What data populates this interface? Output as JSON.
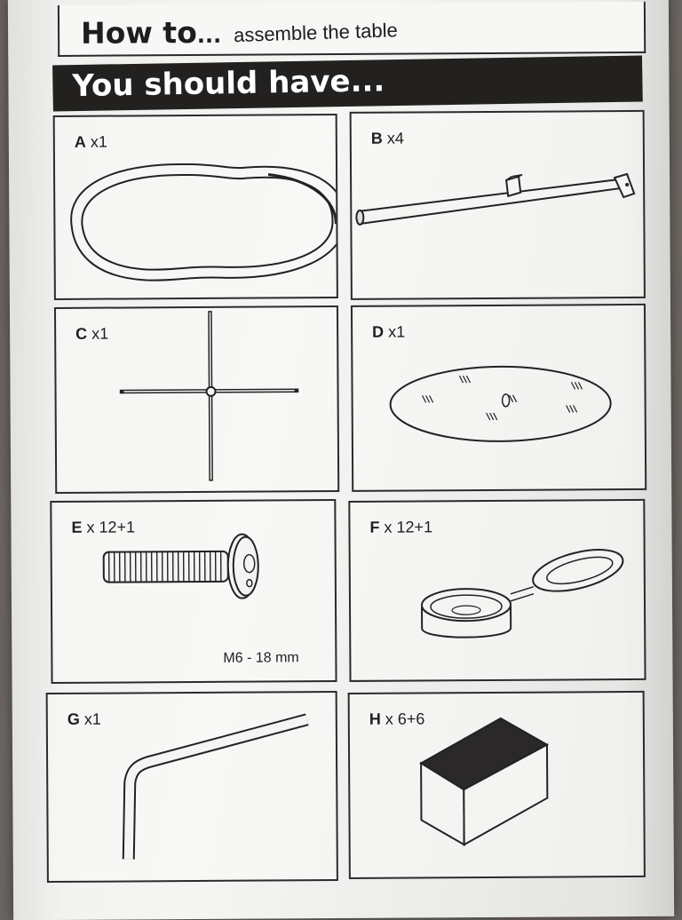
{
  "header": {
    "title": "How to",
    "title_dots": "...",
    "subtitle": "assemble the table"
  },
  "banner": {
    "text": "You should have..."
  },
  "parts": [
    {
      "letter": "A",
      "qty": "x1",
      "icon": "oval-tabletop-frame-icon"
    },
    {
      "letter": "B",
      "qty": "x4",
      "icon": "leg-bar-icon"
    },
    {
      "letter": "C",
      "qty": "x1",
      "icon": "cross-support-icon"
    },
    {
      "letter": "D",
      "qty": "x1",
      "icon": "glass-top-icon"
    },
    {
      "letter": "E",
      "qty": "x 12+1",
      "icon": "bolt-icon",
      "spec": "M6 - 18 mm"
    },
    {
      "letter": "F",
      "qty": "x 12+1",
      "icon": "washer-cap-icon"
    },
    {
      "letter": "G",
      "qty": "x1",
      "icon": "allen-key-icon"
    },
    {
      "letter": "H",
      "qty": "x 6+6",
      "icon": "foam-pad-icon"
    }
  ],
  "colors": {
    "ink": "#222120",
    "paper": "#f2f2f0",
    "background": "#6b6561"
  }
}
